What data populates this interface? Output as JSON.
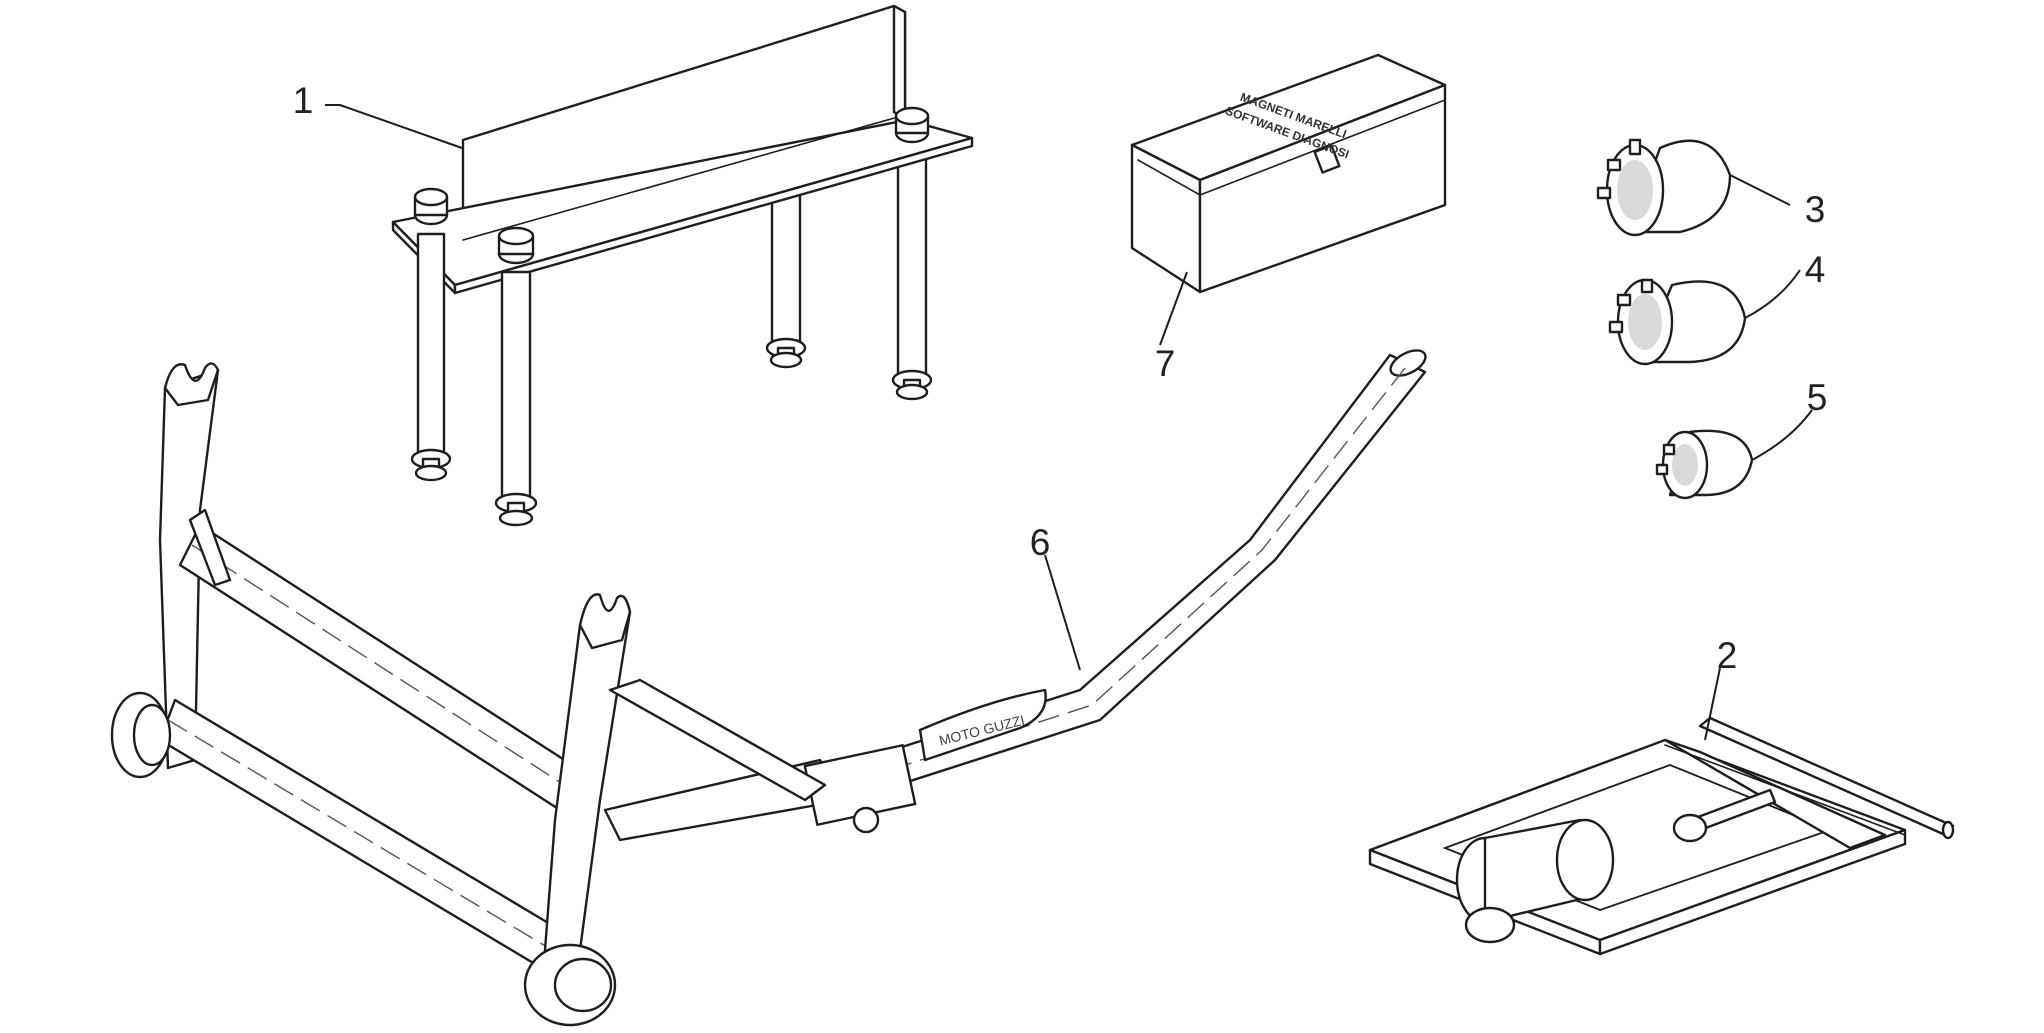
{
  "callouts": {
    "part_1": "1",
    "part_2": "2",
    "part_3": "3",
    "part_4": "4",
    "part_5": "5",
    "part_6": "6",
    "part_7": "7"
  },
  "box_label": {
    "line1": "MAGNETI MARELLI",
    "line2": "SOFTWARE DIAGNOSI"
  },
  "stand_brand": "MOTO GUZZI",
  "colors": {
    "background": "#ffffff",
    "ink": "#1e1e1e"
  }
}
